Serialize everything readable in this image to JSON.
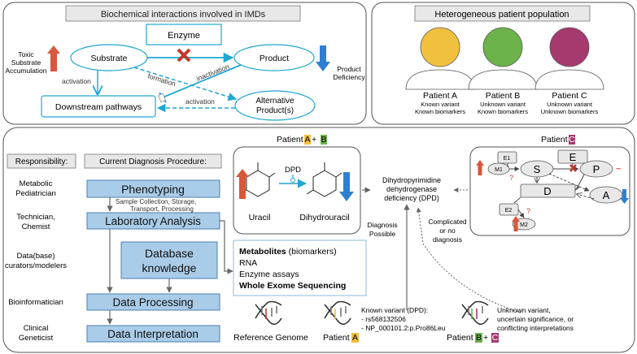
{
  "top_left": {
    "title": "Biochemical interactions involved in IMDs",
    "enzyme": "Enzyme",
    "substrate": "Substrate",
    "product": "Product",
    "downstream": "Downstream pathways",
    "alternative_line1": "Alternative",
    "alternative_line2": "Product(s)",
    "toxic_line1": "Toxic",
    "toxic_line2": "Substrate",
    "toxic_line3": "Accumulation",
    "product_deficiency_line1": "Product",
    "product_deficiency_line2": "Deficiency",
    "activation_left": "activation",
    "formation": "formation",
    "inactivation": "inactivation",
    "activation_bottom": "activation"
  },
  "top_right": {
    "title": "Heterogeneous patient population",
    "patients": [
      {
        "name": "Patient A",
        "line1": "Known variant",
        "line2": "Known biomarkers",
        "color": "#f2c03f"
      },
      {
        "name": "Patient B",
        "line1": "Unknown variant",
        "line2": "Known biomarkers",
        "color": "#6bb34a"
      },
      {
        "name": "Patient C",
        "line1": "Unknown variant",
        "line2": "Unknown biomarkers",
        "color": "#a63a6f"
      }
    ]
  },
  "bottom": {
    "responsibility_header": "Responsibility:",
    "procedure_header": "Current Diagnosis Procedure:",
    "roles": [
      {
        "line1": "Metabolic",
        "line2": "Pediatrician"
      },
      {
        "line1": "Technician,",
        "line2": "Chemist"
      },
      {
        "line1": "Data(base)",
        "line2": "curators/modelers"
      },
      {
        "line1": "Bioinformatician",
        "line2": ""
      },
      {
        "line1": "Clinical",
        "line2": "Geneticist"
      }
    ],
    "steps": {
      "phenotyping": "Phenotyping",
      "laboratory": "Laboratory Analysis",
      "database_line1": "Database",
      "database_line2": "knowledge",
      "processing": "Data Processing",
      "interpretation": "Data Interpretation"
    },
    "sample_note_line1": "Sample Collection, Storage,",
    "sample_note_line2": "Transport, Processing",
    "data_types": {
      "metabolites": "Metabolites",
      "metabolites_suffix": " (biomarkers)",
      "rna": "RNA",
      "enzyme_assays": "Enzyme assays",
      "wes": "Whole Exome Sequencing"
    },
    "patient_ab_header": {
      "prefix": "Patient ",
      "a": "A",
      "plus": " + ",
      "b": "B"
    },
    "reaction": {
      "enzyme": "DPD",
      "left": "Uracil",
      "right": "Dihydrouracil"
    },
    "dpd_line1": "Dihydropyrimidine",
    "dpd_line2": "dehydrogenase",
    "dpd_line3": "deficiency (DPD)",
    "diagnosis_line1": "Diagnosis",
    "diagnosis_line2": "Possible",
    "complicated_line1": "Complicated",
    "complicated_line2": "or no",
    "complicated_line3": "diagnosis",
    "patient_c_header": {
      "prefix": "Patient ",
      "c": "C"
    },
    "network": {
      "e1": "E1",
      "e2": "E2",
      "e": "E",
      "s": "S",
      "p": "P",
      "d": "D",
      "a": "A",
      "m1": "M1",
      "m2": "M2",
      "question": "?"
    },
    "genomes": {
      "reference": "Reference Genome",
      "patient_a_prefix": "Patient ",
      "patient_a_letter": "A",
      "patient_bc_prefix": "Patient ",
      "patient_bc_b": "B",
      "patient_bc_plus": " + ",
      "patient_bc_c": "C"
    },
    "known_variant_line1": "Known variant (DPD):",
    "known_variant_line2": "- rs568132506",
    "known_variant_line3": "- NP_000101.2:p.Pro86Leu",
    "unknown_variant_line1": "Unknown variant,",
    "unknown_variant_line2": "uncertain significance, or",
    "unknown_variant_line3": "conflicting interpretations"
  },
  "colors": {
    "step_fill": "#a9cce8",
    "step_border": "#4a7fb0",
    "cyan": "#1fa6d2",
    "red_up": "#d9573a",
    "blue_down": "#2f7fd1",
    "badge_a": "#f2c03f",
    "badge_b": "#6bb34a",
    "badge_c": "#a63a6f"
  }
}
